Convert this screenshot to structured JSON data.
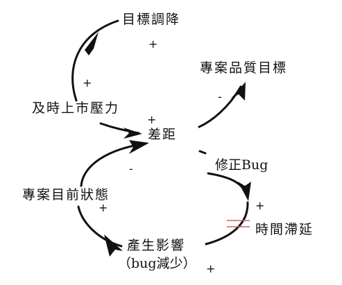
{
  "nodes": {
    "goal_lowered": "目標調降",
    "project_quality_goal": "專案品質目標",
    "time_to_market_pressure": "及時上市壓力",
    "gap": "差距",
    "fix_bug": "修正Bug",
    "current_project_state": "專案目前狀態",
    "time_delay": "時間滯延",
    "produce_effect_line1": "產生影響",
    "produce_effect_line2": "（bug減少）"
  },
  "signs": {
    "goal_to_quality": "+",
    "pressure_to_goal": "+",
    "gap_to_quality": "-",
    "pressure_to_gap": "+",
    "state_to_gap": "-",
    "fix_arrow_head": "+",
    "state_left": "+",
    "effect_bottom": "+"
  },
  "colors": {
    "ink": "#111111",
    "delay_mark": "#d06060"
  }
}
